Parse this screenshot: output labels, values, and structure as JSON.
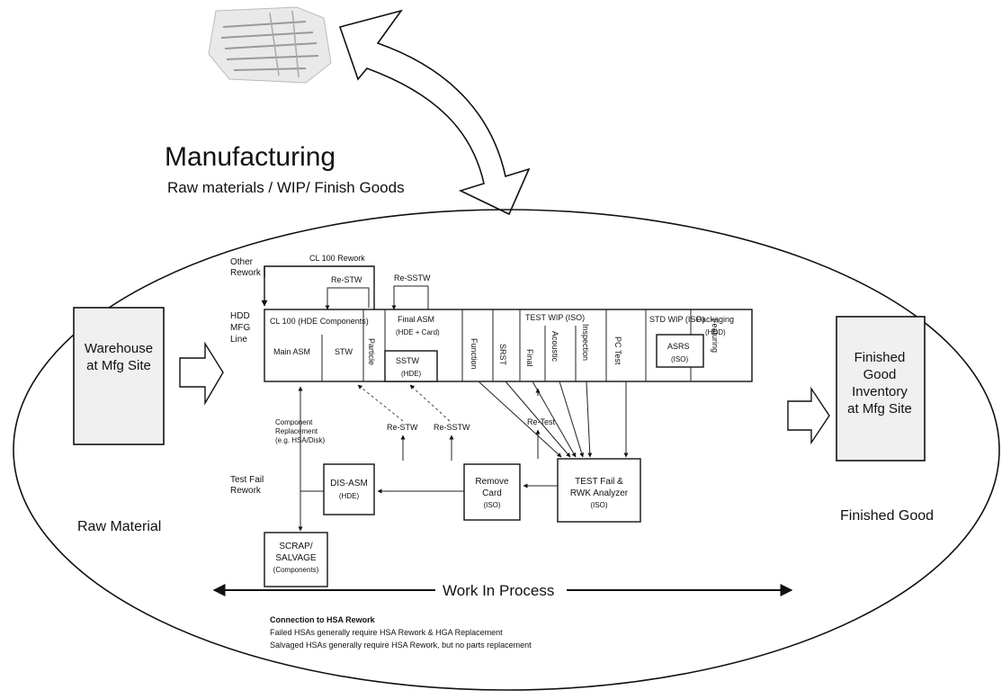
{
  "title": "Manufacturing",
  "subtitle": "Raw materials / WIP/ Finish Goods",
  "warehouse": "Warehouse at Mfg Site",
  "raw_material": "Raw Material",
  "finished_inventory": "Finished Good Inventory at Mfg Site",
  "finished_good": "Finished Good",
  "row_labels": {
    "other_rework": "Other Rework",
    "hdd_mfg_line": "HDD MFG Line",
    "test_fail_rework": "Test Fail Rework"
  },
  "rework_labels": {
    "cl100_rework": "CL 100 Rework",
    "re_stw": "Re-STW",
    "re_sstw": "Re-SSTW",
    "re_stw2": "Re-STW",
    "re_sstw2": "Re-SSTW",
    "re_test": "Re-Test"
  },
  "line": {
    "cl100": "CL 100 (HDE Components)",
    "main_asm": "Main ASM",
    "stw": "STW",
    "particle": "Particle",
    "final_asm": "Final ASM",
    "final_asm_sub": "(HDE + Card)",
    "sstw": "SSTW",
    "sstw_sub": "(HDE)",
    "function": "Function",
    "srst": "SRST",
    "test_wip": "TEST WIP (ISO)",
    "final": "Final",
    "acoustic": "Acoustic",
    "inspection": "Inspection",
    "pc_test": "PC Test",
    "std_wip": "STD WIP (ISO)",
    "asrs": "ASRS",
    "asrs_sub": "(ISO)",
    "featuring": "Featuring",
    "packaging": "Packaging",
    "packaging_sub": "(HDD)"
  },
  "lower": {
    "component_replacement": [
      "Component",
      "Replacement",
      "(e.g. HSA/Disk)"
    ],
    "dis_asm": "DIS-ASM",
    "dis_asm_sub": "(HDE)",
    "remove_card": "Remove Card",
    "remove_card_sub": "(ISO)",
    "test_fail": "TEST Fail &",
    "rwk_analyzer": "RWK Analyzer",
    "test_fail_sub": "(ISO)",
    "scrap": "SCRAP/",
    "salvage": "SALVAGE",
    "scrap_sub": "(Components)"
  },
  "wip": "Work In Process",
  "notes": {
    "heading": "Connection to HSA Rework",
    "line1": "Failed HSAs generally require HSA Rework & HGA Replacement",
    "line2": "Salvaged HSAs generally require HSA Rework, but no parts replacement"
  }
}
